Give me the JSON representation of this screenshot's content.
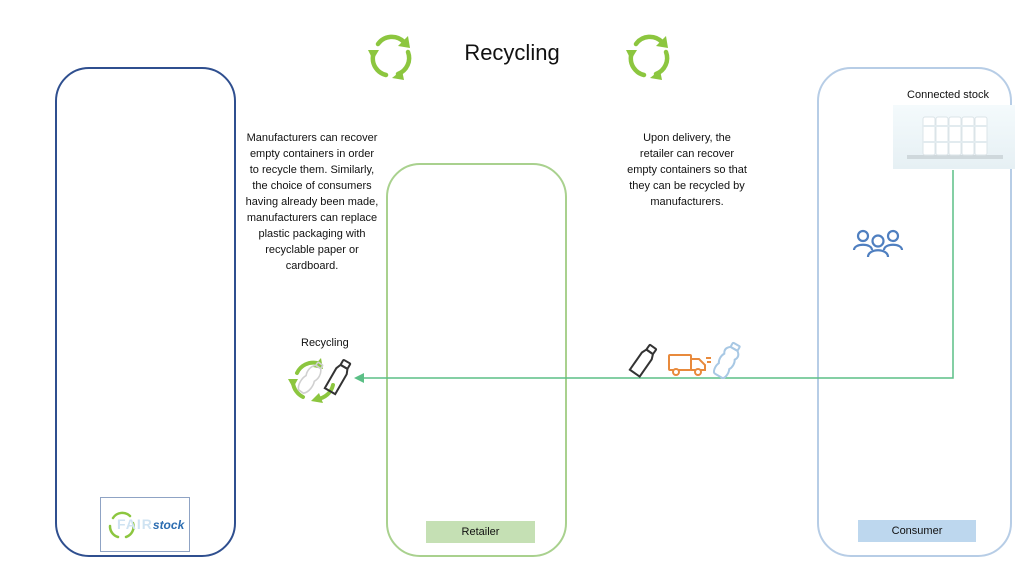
{
  "title": "Recycling",
  "manufacturer": {
    "description": "Manufacturers can recover empty containers in order to recycle them. Similarly, the choice of consumers having already been made, manufacturers can replace plastic packaging with recyclable paper or cardboard.",
    "logo_text_a": "FAIR",
    "logo_text_b": "stock"
  },
  "retailer": {
    "label": "Retailer",
    "description": "Upon delivery, the retailer can recover empty containers so that they can be recycled by manufacturers."
  },
  "consumer": {
    "label": "Consumer",
    "connected_stock_label": "Connected stock"
  },
  "recycling_label": "Recycling",
  "icons": [
    "recycle-arrows-icon",
    "bottle-icon",
    "delivery-truck-icon",
    "consumers-group-icon",
    "shelf-image"
  ],
  "colors": {
    "manufacturer_border": "#2f4f8f",
    "retailer_border": "#a9d18e",
    "consumer_border": "#b7cde6",
    "flow_line": "#5bbf86",
    "recycle_green": "#8cc63f",
    "truck_orange": "#e88a3c"
  }
}
